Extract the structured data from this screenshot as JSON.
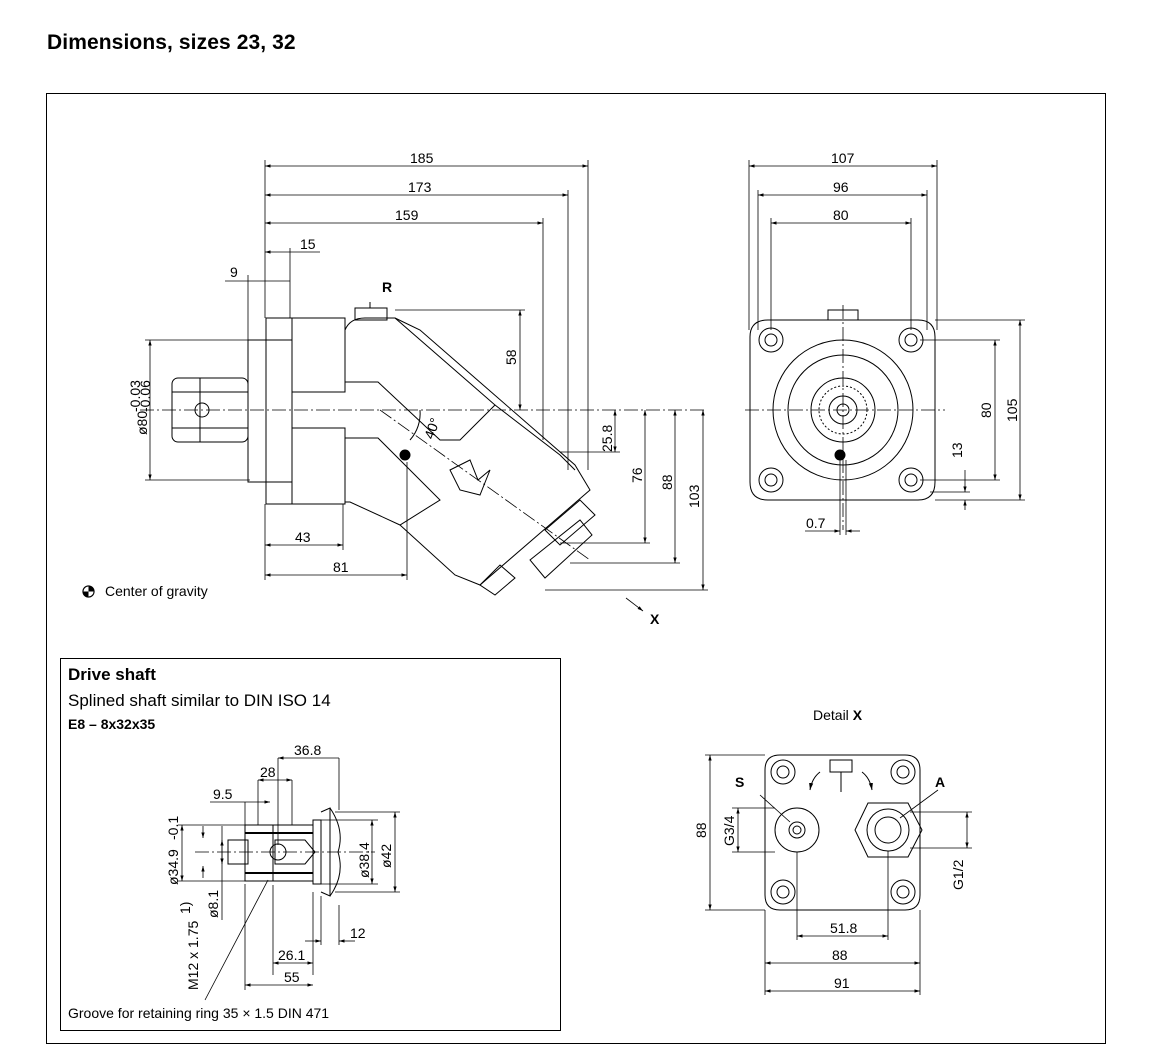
{
  "title": "Dimensions, sizes 23, 32",
  "side_view": {
    "dims": {
      "d185": "185",
      "d173": "173",
      "d159": "159",
      "d15": "15",
      "d9": "9",
      "d58": "58",
      "d25_8": "25.8",
      "d76": "76",
      "d88": "88",
      "d103": "103",
      "d43": "43",
      "d81": "81",
      "angle": "40°",
      "dia80": "ø80",
      "tol_upper": "-0.03",
      "tol_lower": "-0.06"
    },
    "label_R": "R",
    "label_X": "X"
  },
  "cog_legend": "Center of gravity",
  "front_view": {
    "dims": {
      "d107": "107",
      "d96": "96",
      "d80w": "80",
      "d80h": "80",
      "d105": "105",
      "d13": "13",
      "d0_7": "0.7"
    }
  },
  "drive_shaft": {
    "title": "Drive shaft",
    "subtitle": "Splined shaft similar to DIN ISO 14",
    "code": "E8 – 8x32x35",
    "dims": {
      "d36_8": "36.8",
      "d28": "28",
      "d9_5": "9.5",
      "dia34_9": "ø34.9",
      "tol": "-0.1",
      "dia8_1": "ø8.1",
      "m12": "M12 x 1.75",
      "m12_note": "1)",
      "dia38_4": "ø38.4",
      "dia42": "ø42",
      "d12": "12",
      "d26_1": "26.1",
      "d55": "55"
    },
    "groove_note": "Groove for retaining ring 35 × 1.5 DIN 471"
  },
  "detail_x": {
    "title_prefix": "Detail",
    "title_letter": "X",
    "label_S": "S",
    "label_A": "A",
    "dims": {
      "d88h": "88",
      "g3_4": "G3/4",
      "g1_2": "G1/2",
      "d51_8": "51.8",
      "d88w": "88",
      "d91": "91"
    }
  }
}
